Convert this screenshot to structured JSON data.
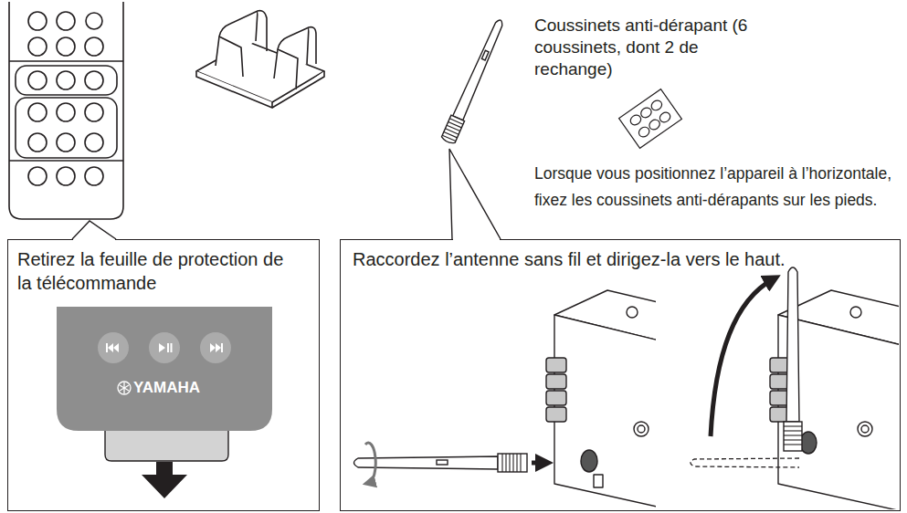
{
  "diagram": {
    "nodes": [
      {
        "text": [
          "Retirez la feuille de protection de la télécommande"
        ]
      },
      {
        "text": [
          "Raccordez l’antenne sans fil et dirigez-la vers le haut."
        ]
      }
    ],
    "labels": [
      "Coussinets anti-dérapant (6 coussinets, dont 2 de rechange)",
      "Lorsque vous positionnez l’appareil à l’horizontale, fixez les coussinets anti-dérapants sur les pieds.",
      "YAMAHA"
    ]
  }
}
